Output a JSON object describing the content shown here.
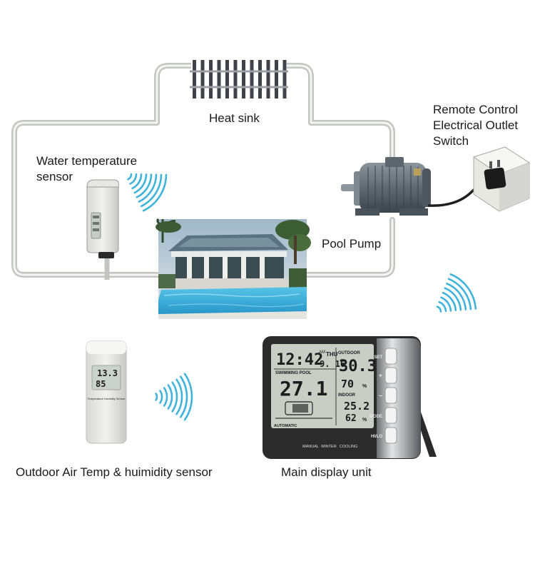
{
  "labels": {
    "heat_sink": "Heat sink",
    "water_sensor": [
      "Water temperature",
      "sensor"
    ],
    "remote_switch": [
      "Remote Control",
      "Electrical Outlet",
      "Switch"
    ],
    "pool_pump": "Pool Pump",
    "outdoor_sensor": "Outdoor Air Temp & huimidity sensor",
    "main_display": "Main display unit"
  },
  "outdoor_sensor_screen": {
    "temperature": "13.3",
    "humidity": "85",
    "caption": "Temperature Humidity Sensor"
  },
  "display_unit": {
    "time": "12:42",
    "am_pm": "AM",
    "weekday": "THU",
    "date": "9. 16",
    "outdoor_label": "OUTDOOR",
    "outdoor_temp": "30.3",
    "outdoor_humidity": "70",
    "pool_label": "SWIMMING POOL",
    "pool_temp": "27.1",
    "indoor_label": "INDOOR",
    "indoor_temp": "25.2",
    "indoor_humidity": "62",
    "mode_automatic": "AUTOMATIC",
    "mode_manual": "MANUAL",
    "mode_winter": "WINTER",
    "mode_cooling": "COOLING",
    "buttons": [
      "SET",
      "+",
      "–",
      "MODE",
      "HI/LO"
    ]
  },
  "colors": {
    "pipe": "#bfc2bc",
    "pool_water": "#35a8d6",
    "wireless_waves": "#40b3dc",
    "device_frame": "#2b2b2b",
    "lcd_background": "#c9cdc6"
  }
}
